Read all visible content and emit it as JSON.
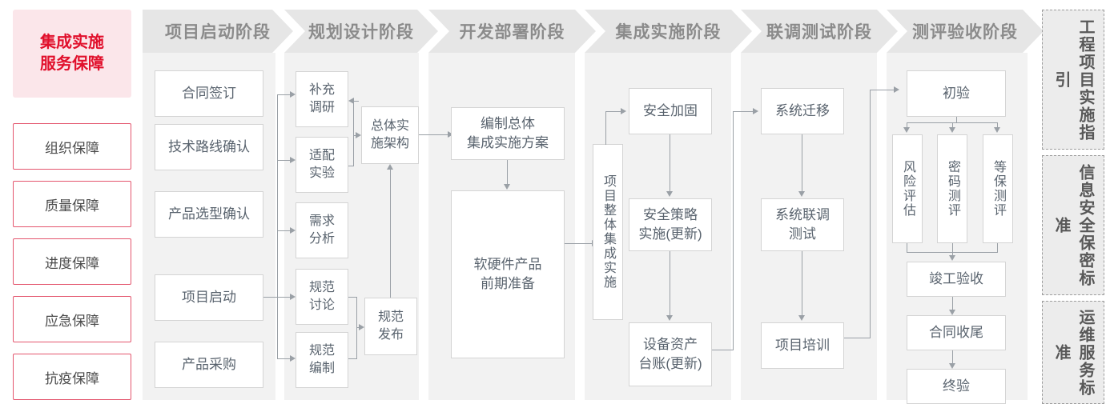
{
  "guarantee_panel": {
    "title_line1": "集成实施",
    "title_line2": "服务保障",
    "items": [
      {
        "label": "组织保障"
      },
      {
        "label": "质量保障"
      },
      {
        "label": "进度保障"
      },
      {
        "label": "应急保障"
      },
      {
        "label": "抗疫保障"
      }
    ],
    "accent_color": "#e1102c",
    "accent_bg": "#fbe6ea",
    "border_color": "#e4566e"
  },
  "stages": [
    {
      "id": "startup",
      "header": "项目启动阶段",
      "nodes": [
        {
          "label": "合同签订"
        },
        {
          "label": "技术路线确认"
        },
        {
          "label": "产品选型确认"
        },
        {
          "label": "项目启动"
        },
        {
          "label": "产品采购"
        }
      ]
    },
    {
      "id": "planning",
      "header": "规划设计阶段",
      "nodes": [
        {
          "label": "补充\n调研",
          "line1": "补充",
          "line2": "调研"
        },
        {
          "label": "适配\n实验",
          "line1": "适配",
          "line2": "实验"
        },
        {
          "label": "需求\n分析",
          "line1": "需求",
          "line2": "分析"
        },
        {
          "label": "规范\n讨论",
          "line1": "规范",
          "line2": "讨论"
        },
        {
          "label": "规范\n编制",
          "line1": "规范",
          "line2": "编制"
        },
        {
          "label": "总体实\n施架构",
          "line1": "总体实",
          "line2": "施架构"
        },
        {
          "label": "规范\n发布",
          "line1": "规范",
          "line2": "发布"
        }
      ]
    },
    {
      "id": "deploy",
      "header": "开发部署阶段",
      "nodes": [
        {
          "label": "编制总体\n集成实施方案",
          "line1": "编制总体",
          "line2": "集成实施方案"
        },
        {
          "label": "软硬件产品\n前期准备",
          "line1": "软硬件产品",
          "line2": "前期准备"
        }
      ]
    },
    {
      "id": "integration",
      "header": "集成实施阶段",
      "nodes": [
        {
          "label": "项目整体集成实施"
        },
        {
          "label": "安全加固"
        },
        {
          "label": "安全策略\n实施(更新)",
          "line1": "安全策略",
          "line2": "实施(更新)"
        },
        {
          "label": "设备资产\n台账(更新)",
          "line1": "设备资产",
          "line2": "台账(更新)"
        }
      ]
    },
    {
      "id": "joint-test",
      "header": "联调测试阶段",
      "nodes": [
        {
          "label": "系统迁移"
        },
        {
          "label": "系统联调\n测试",
          "line1": "系统联调",
          "line2": "测试"
        },
        {
          "label": "项目培训"
        }
      ]
    },
    {
      "id": "acceptance",
      "header": "测评验收阶段",
      "nodes": [
        {
          "label": "初验"
        },
        {
          "label": "风险评估"
        },
        {
          "label": "密码测评"
        },
        {
          "label": "等保测评"
        },
        {
          "label": "竣工验收"
        },
        {
          "label": "合同收尾"
        },
        {
          "label": "终验"
        }
      ]
    }
  ],
  "standards_panel": {
    "items": [
      {
        "label": "工程项目实施指引"
      },
      {
        "label": "信息安全保密标准"
      },
      {
        "label": "运维服务标准"
      }
    ],
    "border_color": "#9d9d9d",
    "bg_color": "#ececec"
  },
  "theme": {
    "stage_header_bg": "#e6e6e6",
    "stage_header_text": "#8b8b8b",
    "stage_body_bg": "#f2f2f2",
    "node_border": "#d4d4d4",
    "node_text": "#59636e",
    "connector": "#9aa0a6"
  }
}
